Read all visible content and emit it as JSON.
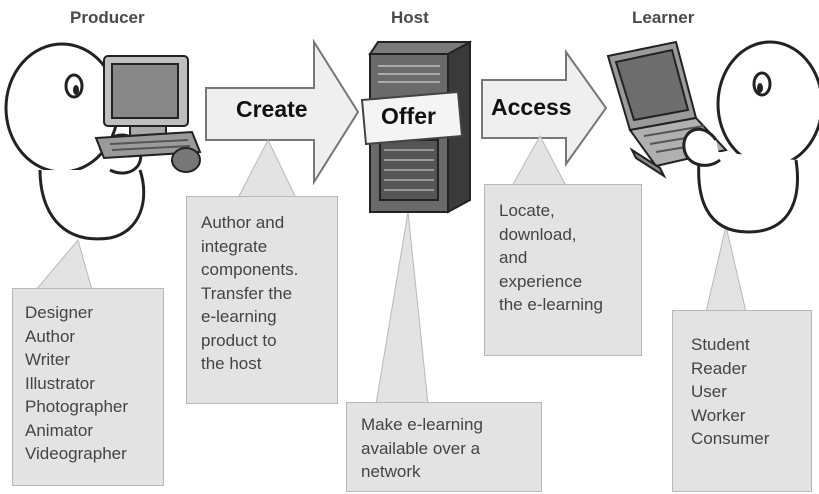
{
  "headers": {
    "producer": "Producer",
    "host": "Host",
    "learner": "Learner"
  },
  "arrows": {
    "create": "Create",
    "offer": "Offer",
    "access": "Access"
  },
  "callouts": {
    "producer_roles": "Designer\nAuthor\nWriter\nIllustrator\nPhotographer\nAnimator\nVideographer",
    "create_desc": "Author and\nintegrate\ncomponents.\nTransfer the\ne-learning\nproduct to\nthe host",
    "offer_desc": "Make e-learning\navailable over a\nnetwork",
    "access_desc": "Locate,\ndownload,\nand\nexperience\nthe e-learning",
    "learner_roles": "Student\nReader\nUser\nWorker\nConsumer"
  },
  "icons": [
    "producer-figure-icon",
    "desktop-computer-icon",
    "server-tower-icon",
    "laptop-computer-icon",
    "learner-figure-icon"
  ]
}
